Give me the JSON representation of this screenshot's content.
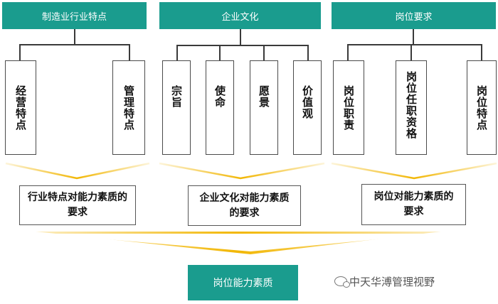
{
  "headers": {
    "industry": "制造业行业特点",
    "culture": "企业文化",
    "position": "岗位要求"
  },
  "leaves": {
    "industry_1": "经营特点",
    "industry_2": "管理特点",
    "culture_1": "宗旨",
    "culture_2": "使命",
    "culture_3": "愿景",
    "culture_4": "价值观",
    "position_1": "岗位职责",
    "position_2": "岗位任职资格",
    "position_3": "岗位特点"
  },
  "requirements": {
    "industry": "行业特点对能力素质的要求",
    "culture": "企业文化对能力素质的要求",
    "position": "岗位对能力素质的要求"
  },
  "result": "岗位能力素质",
  "watermark": "中天华溥管理视野",
  "colors": {
    "header_fill": "#1a9c8e",
    "connector_gold": "#f2b705"
  }
}
